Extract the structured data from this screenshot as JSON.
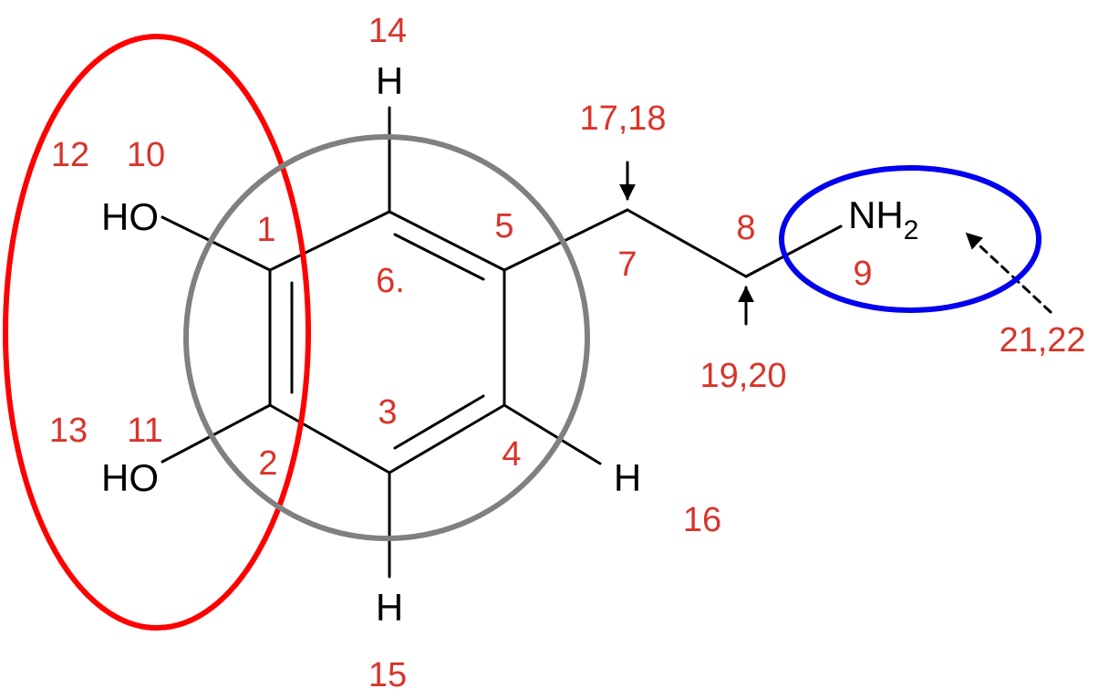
{
  "colors": {
    "bond": "#000000",
    "atom_label": "#000000",
    "index_label": "#d9342b",
    "hydroxyl_group_ellipse": "#ff0000",
    "ring_circle": "#808080",
    "amine_group_ellipse": "#0000ee"
  },
  "atoms": {
    "h_top": "H",
    "h_bottom": "H",
    "h_right": "H",
    "ho_upper": "HO",
    "ho_lower": "HO",
    "nh2_main": "NH",
    "nh2_subscript": "2"
  },
  "indices": {
    "i1": "1",
    "i2": "2",
    "i3": "3",
    "i4": "4",
    "i5": "5",
    "i6": "6.",
    "i7": "7",
    "i8": "8",
    "i9": "9",
    "i10": "10",
    "i11": "11",
    "i12": "12",
    "i13": "13",
    "i14": "14",
    "i15": "15",
    "i16": "16",
    "i17_18": "17,18",
    "i19_20": "19,20",
    "i21_22": "21,22"
  }
}
